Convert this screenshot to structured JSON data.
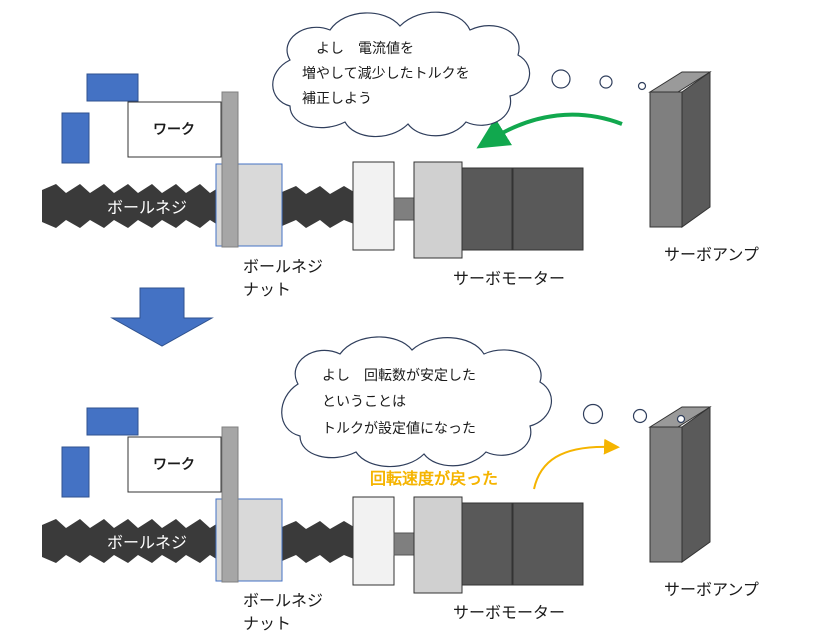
{
  "colors": {
    "blue_block": "#4472c4",
    "screw": "#3a3a3a",
    "nut": "#d9d9d9",
    "rail": "#a6a6a6",
    "motor_dark": "#595959",
    "motor_light": "#d0d0d0",
    "amp_front": "#7f7f7f",
    "amp_side": "#5a5a5a",
    "green_arrow": "#11a84e",
    "orange": "#f5b400",
    "big_arrow": "#4472c4"
  },
  "top": {
    "work_label": "ワーク",
    "screw_label": "ボールネジ",
    "nut_label_line1": "ボールネジ",
    "nut_label_line2": "ナット",
    "motor_label": "サーボモーター",
    "amp_label": "サーボアンプ",
    "bubble_line1": "よし　電流値を",
    "bubble_line2": "増やして減少したトルクを",
    "bubble_line3": "補正しよう"
  },
  "bottom": {
    "work_label": "ワーク",
    "screw_label": "ボールネジ",
    "nut_label_line1": "ボールネジ",
    "nut_label_line2": "ナット",
    "motor_label": "サーボモーター",
    "amp_label": "サーボアンプ",
    "bubble_line1": "よし　回転数が安定した",
    "bubble_line2": "ということは",
    "bubble_line3": "トルクが設定値になった",
    "speed_text": "回転速度が戻った"
  }
}
